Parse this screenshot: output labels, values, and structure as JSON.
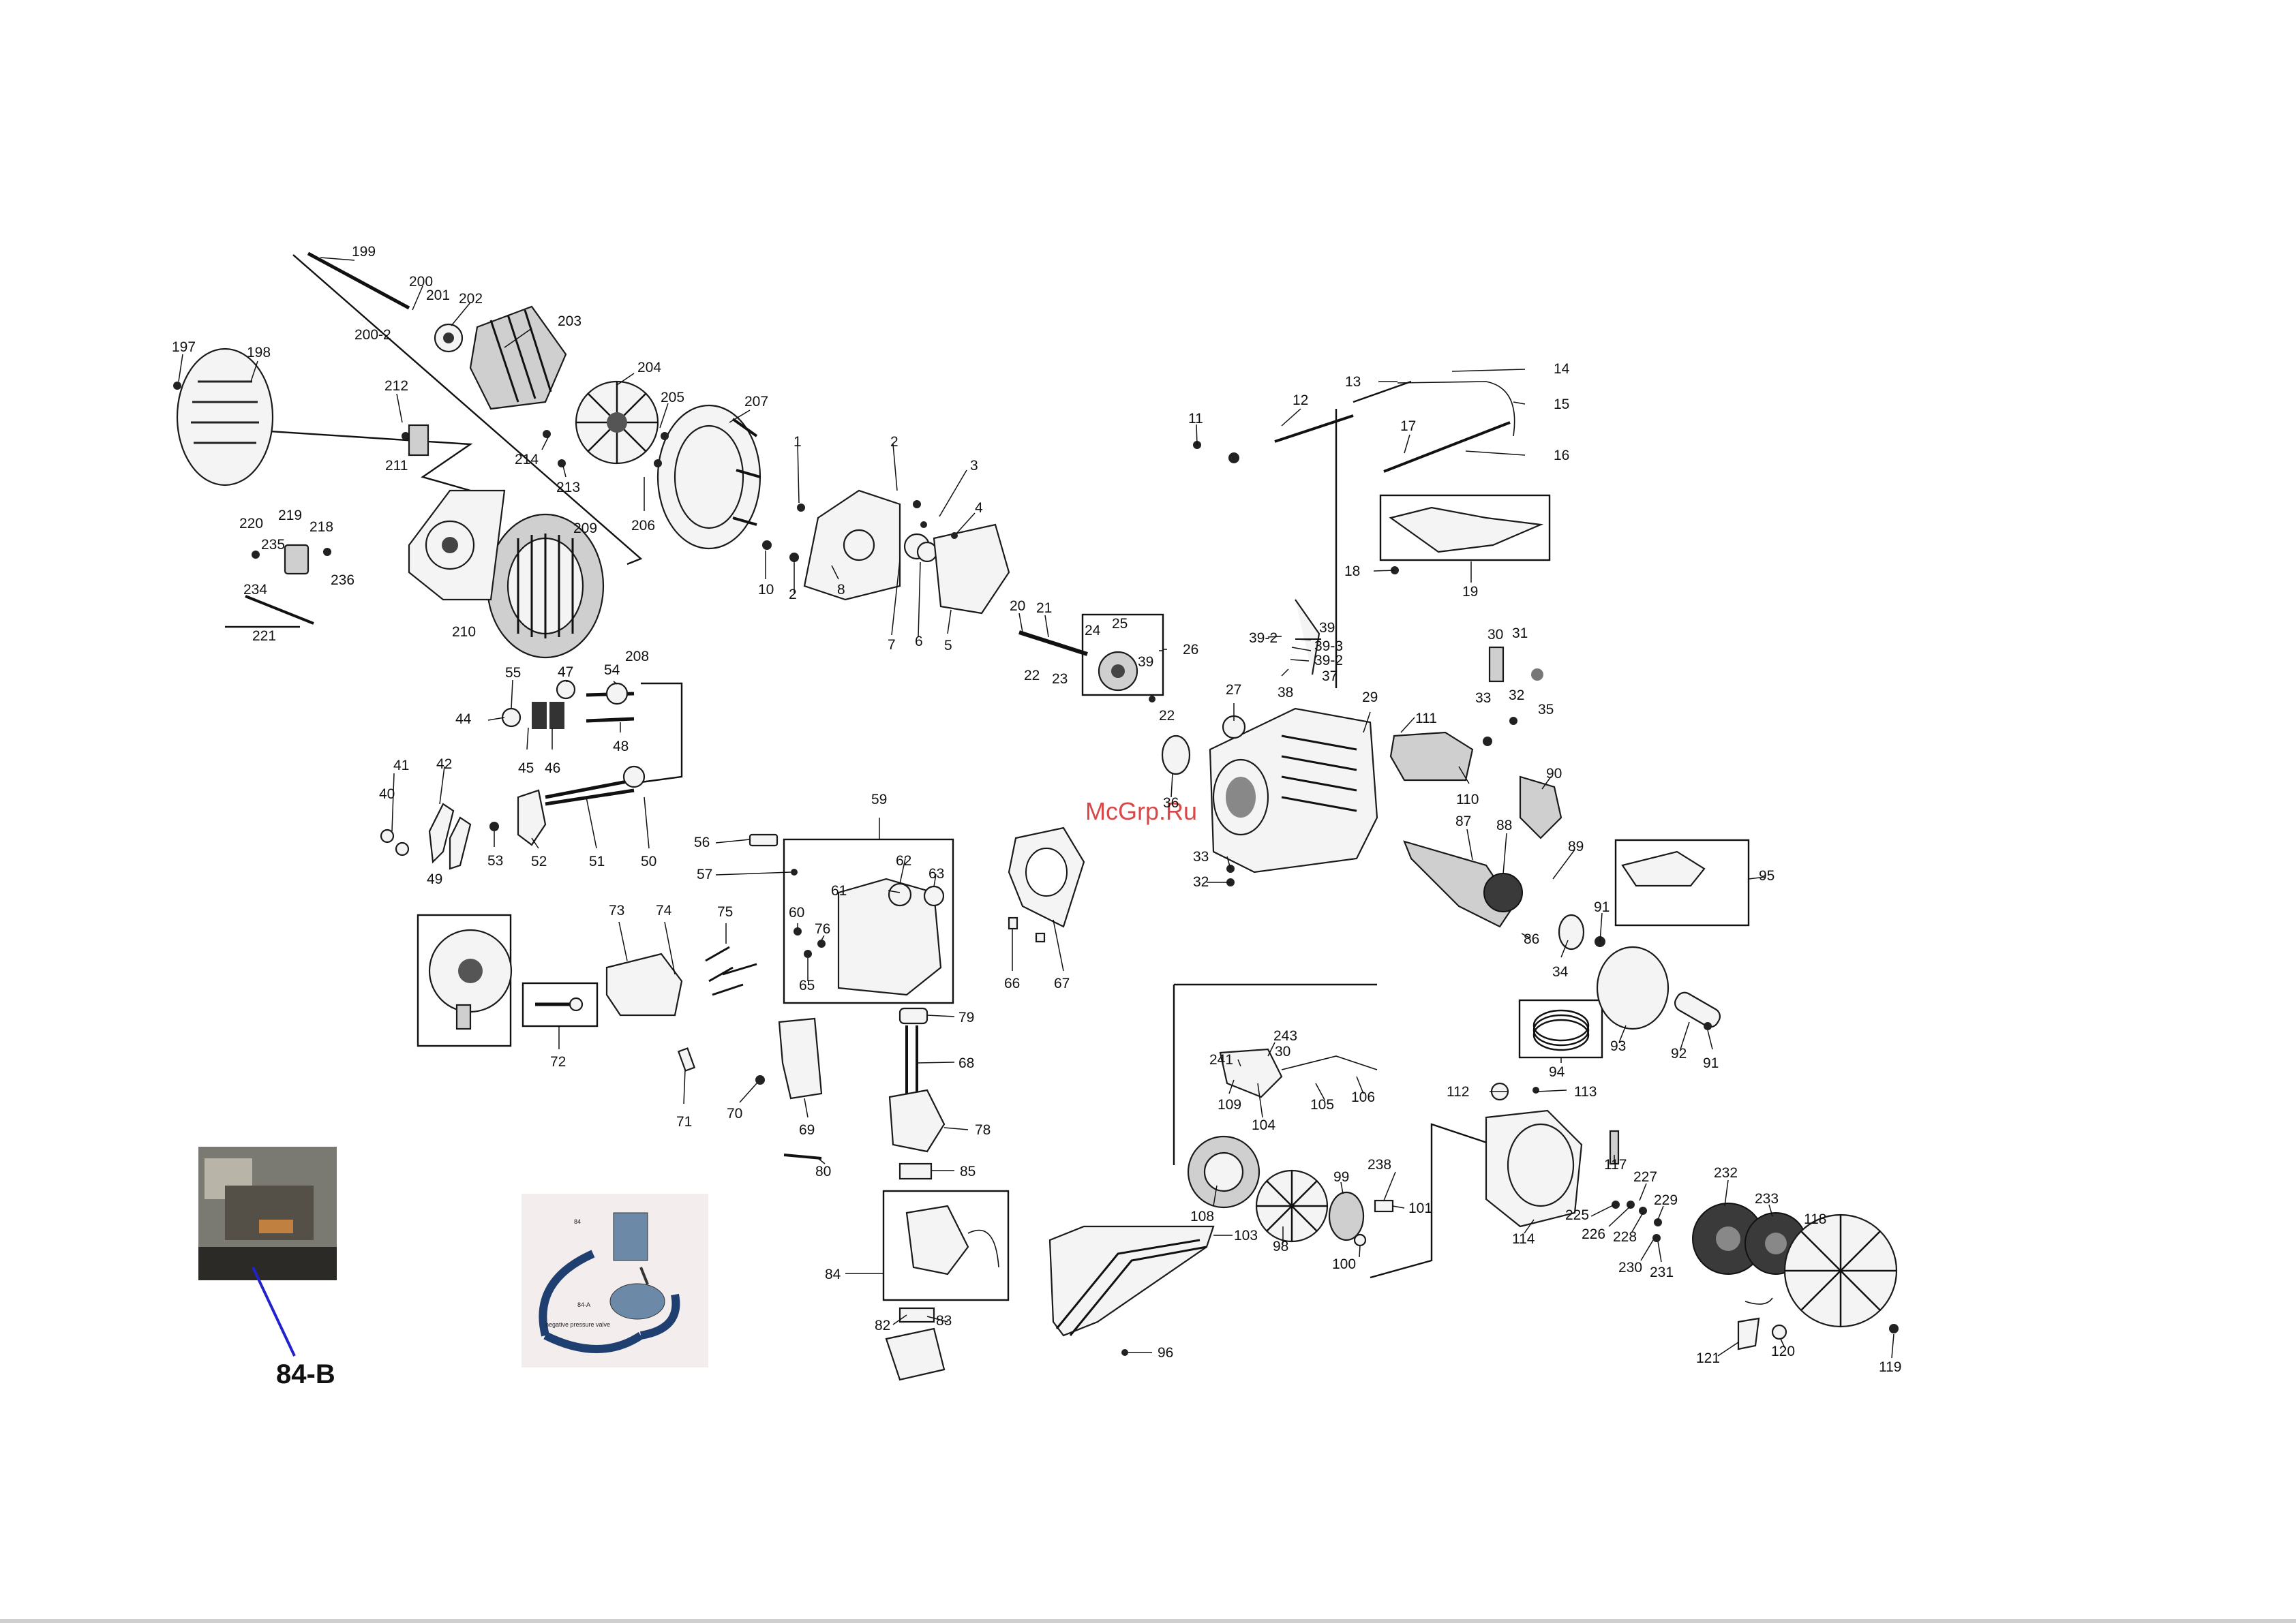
{
  "watermark": "McGrp.Ru",
  "photo_84b": {
    "label": "84-B"
  },
  "photo_84a": {
    "label_84": "84",
    "label_84a": "84-A",
    "caption": "negative pressure valve"
  },
  "callouts": [
    {
      "id": "c199",
      "text": "199"
    },
    {
      "id": "c200",
      "text": "200"
    },
    {
      "id": "c201",
      "text": "201"
    },
    {
      "id": "c200-2",
      "text": "200-2"
    },
    {
      "id": "c202",
      "text": "202"
    },
    {
      "id": "c203",
      "text": "203"
    },
    {
      "id": "c197",
      "text": "197"
    },
    {
      "id": "c198",
      "text": "198"
    },
    {
      "id": "c204",
      "text": "204"
    },
    {
      "id": "c205",
      "text": "205"
    },
    {
      "id": "c207",
      "text": "207"
    },
    {
      "id": "c212",
      "text": "212"
    },
    {
      "id": "c211",
      "text": "211"
    },
    {
      "id": "c214",
      "text": "214"
    },
    {
      "id": "c213",
      "text": "213"
    },
    {
      "id": "c206",
      "text": "206"
    },
    {
      "id": "c220",
      "text": "220"
    },
    {
      "id": "c219",
      "text": "219"
    },
    {
      "id": "c218",
      "text": "218"
    },
    {
      "id": "c235",
      "text": "235"
    },
    {
      "id": "c236",
      "text": "236"
    },
    {
      "id": "c234",
      "text": "234"
    },
    {
      "id": "c221",
      "text": "221"
    },
    {
      "id": "c209",
      "text": "209"
    },
    {
      "id": "c210",
      "text": "210"
    },
    {
      "id": "c208",
      "text": "208"
    },
    {
      "id": "c1",
      "text": "1"
    },
    {
      "id": "c2a",
      "text": "2"
    },
    {
      "id": "c3",
      "text": "3"
    },
    {
      "id": "c4",
      "text": "4"
    },
    {
      "id": "c10",
      "text": "10"
    },
    {
      "id": "c2b",
      "text": "2"
    },
    {
      "id": "c8",
      "text": "8"
    },
    {
      "id": "c7",
      "text": "7"
    },
    {
      "id": "c6",
      "text": "6"
    },
    {
      "id": "c5",
      "text": "5"
    },
    {
      "id": "c11",
      "text": "11"
    },
    {
      "id": "c12",
      "text": "12"
    },
    {
      "id": "c13",
      "text": "13"
    },
    {
      "id": "c14",
      "text": "14"
    },
    {
      "id": "c15",
      "text": "15"
    },
    {
      "id": "c17",
      "text": "17"
    },
    {
      "id": "c16",
      "text": "16"
    },
    {
      "id": "c18",
      "text": "18"
    },
    {
      "id": "c19",
      "text": "19"
    },
    {
      "id": "c20",
      "text": "20"
    },
    {
      "id": "c21",
      "text": "21"
    },
    {
      "id": "c22a",
      "text": "22"
    },
    {
      "id": "c23",
      "text": "23"
    },
    {
      "id": "c24",
      "text": "24"
    },
    {
      "id": "c25",
      "text": "25"
    },
    {
      "id": "c39a",
      "text": "39"
    },
    {
      "id": "c26",
      "text": "26"
    },
    {
      "id": "c22b",
      "text": "22"
    },
    {
      "id": "c39-2a",
      "text": "39-2"
    },
    {
      "id": "c39b",
      "text": "39"
    },
    {
      "id": "c39-3",
      "text": "39-3"
    },
    {
      "id": "c39-2b",
      "text": "39-2"
    },
    {
      "id": "c38",
      "text": "38"
    },
    {
      "id": "c37",
      "text": "37"
    },
    {
      "id": "c30a",
      "text": "30"
    },
    {
      "id": "c31",
      "text": "31"
    },
    {
      "id": "c33a",
      "text": "33"
    },
    {
      "id": "c32a",
      "text": "32"
    },
    {
      "id": "c35",
      "text": "35"
    },
    {
      "id": "c27",
      "text": "27"
    },
    {
      "id": "c29",
      "text": "29"
    },
    {
      "id": "c111",
      "text": "111"
    },
    {
      "id": "c36",
      "text": "36"
    },
    {
      "id": "c110",
      "text": "110"
    },
    {
      "id": "c90",
      "text": "90"
    },
    {
      "id": "c87",
      "text": "87"
    },
    {
      "id": "c88",
      "text": "88"
    },
    {
      "id": "c89",
      "text": "89"
    },
    {
      "id": "c33b",
      "text": "33"
    },
    {
      "id": "c32b",
      "text": "32"
    },
    {
      "id": "c86",
      "text": "86"
    },
    {
      "id": "c34",
      "text": "34"
    },
    {
      "id": "c91a",
      "text": "91"
    },
    {
      "id": "c95",
      "text": "95"
    },
    {
      "id": "c94",
      "text": "94"
    },
    {
      "id": "c93",
      "text": "93"
    },
    {
      "id": "c92",
      "text": "92"
    },
    {
      "id": "c91b",
      "text": "91"
    },
    {
      "id": "c55",
      "text": "55"
    },
    {
      "id": "c47",
      "text": "47"
    },
    {
      "id": "c54",
      "text": "54"
    },
    {
      "id": "c44",
      "text": "44"
    },
    {
      "id": "c45",
      "text": "45"
    },
    {
      "id": "c46",
      "text": "46"
    },
    {
      "id": "c48",
      "text": "48"
    },
    {
      "id": "c41",
      "text": "41"
    },
    {
      "id": "c42",
      "text": "42"
    },
    {
      "id": "c40",
      "text": "40"
    },
    {
      "id": "c53",
      "text": "53"
    },
    {
      "id": "c52",
      "text": "52"
    },
    {
      "id": "c51",
      "text": "51"
    },
    {
      "id": "c50",
      "text": "50"
    },
    {
      "id": "c49",
      "text": "49"
    },
    {
      "id": "c56",
      "text": "56"
    },
    {
      "id": "c57",
      "text": "57"
    },
    {
      "id": "c59",
      "text": "59"
    },
    {
      "id": "c62",
      "text": "62"
    },
    {
      "id": "c63",
      "text": "63"
    },
    {
      "id": "c61",
      "text": "61"
    },
    {
      "id": "c60",
      "text": "60"
    },
    {
      "id": "c76",
      "text": "76"
    },
    {
      "id": "c65",
      "text": "65"
    },
    {
      "id": "c73",
      "text": "73"
    },
    {
      "id": "c74",
      "text": "74"
    },
    {
      "id": "c75",
      "text": "75"
    },
    {
      "id": "c72",
      "text": "72"
    },
    {
      "id": "c66",
      "text": "66"
    },
    {
      "id": "c67",
      "text": "67"
    },
    {
      "id": "c79",
      "text": "79"
    },
    {
      "id": "c68",
      "text": "68"
    },
    {
      "id": "c71",
      "text": "71"
    },
    {
      "id": "c70",
      "text": "70"
    },
    {
      "id": "c69",
      "text": "69"
    },
    {
      "id": "c78",
      "text": "78"
    },
    {
      "id": "c80",
      "text": "80"
    },
    {
      "id": "c85",
      "text": "85"
    },
    {
      "id": "c84",
      "text": "84"
    },
    {
      "id": "c82",
      "text": "82"
    },
    {
      "id": "c83",
      "text": "83"
    },
    {
      "id": "c243",
      "text": "243"
    },
    {
      "id": "c30b",
      "text": "30"
    },
    {
      "id": "c241",
      "text": "241"
    },
    {
      "id": "c109",
      "text": "109"
    },
    {
      "id": "c104",
      "text": "104"
    },
    {
      "id": "c105",
      "text": "105"
    },
    {
      "id": "c106",
      "text": "106"
    },
    {
      "id": "c112",
      "text": "112"
    },
    {
      "id": "c113",
      "text": "113"
    },
    {
      "id": "c117",
      "text": "117"
    },
    {
      "id": "c108",
      "text": "108"
    },
    {
      "id": "c98",
      "text": "98"
    },
    {
      "id": "c99",
      "text": "99"
    },
    {
      "id": "c238",
      "text": "238"
    },
    {
      "id": "c101",
      "text": "101"
    },
    {
      "id": "c100",
      "text": "100"
    },
    {
      "id": "c103",
      "text": "103"
    },
    {
      "id": "c96",
      "text": "96"
    },
    {
      "id": "c114",
      "text": "114"
    },
    {
      "id": "c225",
      "text": "225"
    },
    {
      "id": "c227",
      "text": "227"
    },
    {
      "id": "c229",
      "text": "229"
    },
    {
      "id": "c226",
      "text": "226"
    },
    {
      "id": "c228",
      "text": "228"
    },
    {
      "id": "c230",
      "text": "230"
    },
    {
      "id": "c231",
      "text": "231"
    },
    {
      "id": "c232",
      "text": "232"
    },
    {
      "id": "c233",
      "text": "233"
    },
    {
      "id": "c118",
      "text": "118"
    },
    {
      "id": "c121",
      "text": "121"
    },
    {
      "id": "c120",
      "text": "120"
    },
    {
      "id": "c119",
      "text": "119"
    }
  ]
}
